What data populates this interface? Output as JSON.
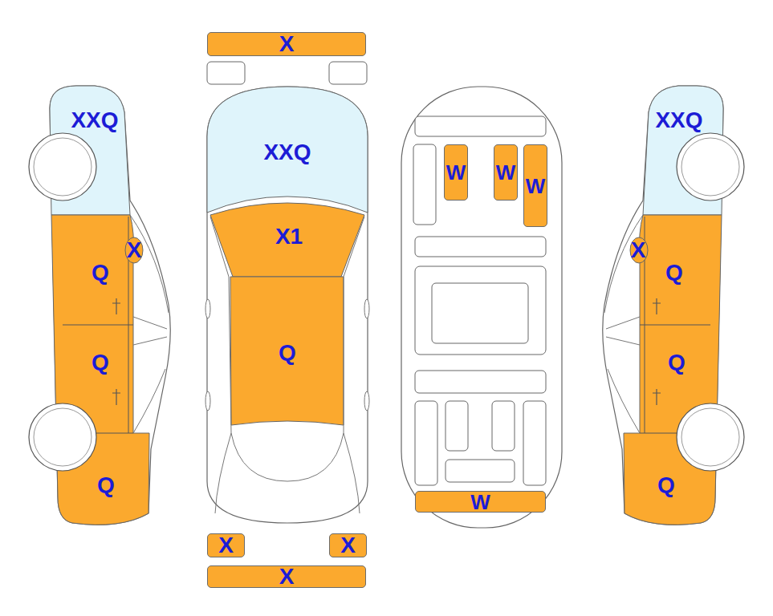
{
  "diagram": {
    "nodes": [
      {
        "text": [
          "XXQ"
        ]
      },
      {
        "text": [
          "X"
        ]
      },
      {
        "text": [
          "Q"
        ]
      },
      {
        "text": [
          "Q"
        ]
      },
      {
        "text": [
          "Q"
        ]
      },
      {
        "text": [
          "X"
        ]
      },
      {
        "text": [
          "XXQ"
        ]
      },
      {
        "text": [
          "X1"
        ]
      },
      {
        "text": [
          "Q"
        ]
      },
      {
        "text": [
          "X"
        ]
      },
      {
        "text": [
          "X"
        ]
      },
      {
        "text": [
          "X"
        ]
      },
      {
        "text": [
          "W"
        ]
      },
      {
        "text": [
          "W"
        ]
      },
      {
        "text": [
          "W"
        ]
      },
      {
        "text": [
          "W"
        ]
      },
      {
        "text": [
          "XXQ"
        ]
      },
      {
        "text": [
          "X"
        ]
      },
      {
        "text": [
          "Q"
        ]
      },
      {
        "text": [
          "Q"
        ]
      },
      {
        "text": [
          "Q"
        ]
      }
    ]
  }
}
